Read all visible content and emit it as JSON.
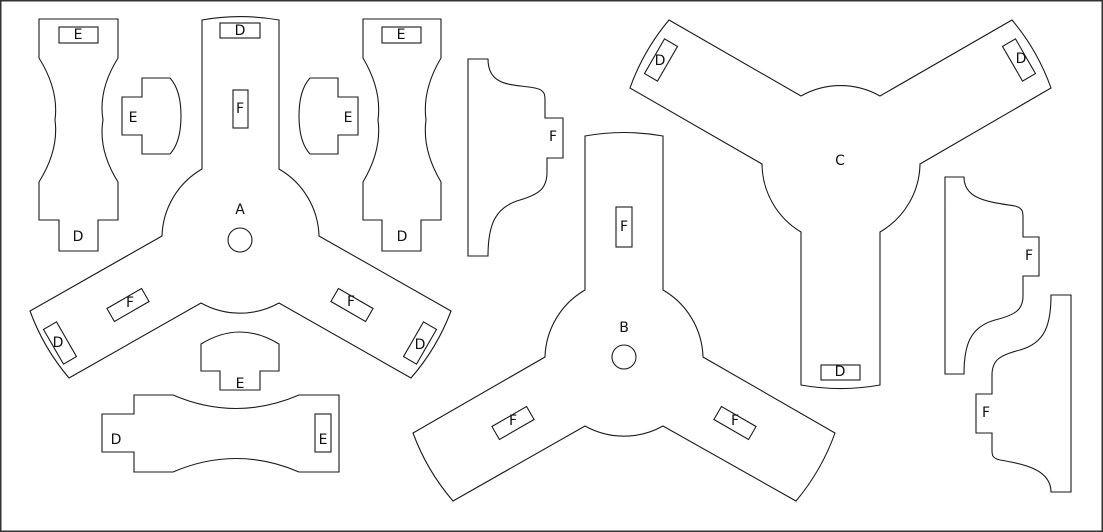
{
  "pieces": {
    "A": {
      "label": "A",
      "slots": [
        "D",
        "F",
        "F",
        "F",
        "D",
        "D"
      ]
    },
    "B": {
      "label": "B",
      "slots": [
        "F",
        "F",
        "F"
      ]
    },
    "C": {
      "label": "C",
      "slots": [
        "D",
        "D",
        "D"
      ]
    },
    "side_left": {
      "top": "E",
      "bottom": "D"
    },
    "side_right": {
      "top": "E",
      "bottom": "D"
    },
    "small_e_left": "E",
    "small_e_right": "E",
    "small_e_bottom": "E",
    "bottom_bar": {
      "left": "D",
      "slot": "E"
    },
    "profile_1": "F",
    "profile_2": "F",
    "profile_3": "F"
  }
}
